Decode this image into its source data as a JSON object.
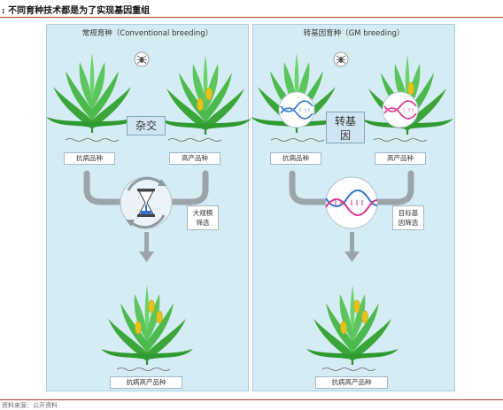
{
  "header": {
    "title": ": 不同育种技术都是为了实现基因重组"
  },
  "footer": {
    "source": "资料来源：公开资料"
  },
  "left_panel": {
    "title": "常规育种（Conventional  breeding）",
    "hybrid_label": "杂交",
    "parent_a": "抗病品种",
    "parent_b": "高产品种",
    "screening_label_line1": "大规模",
    "screening_label_line2": "筛选",
    "result": "抗病高产品种"
  },
  "right_panel": {
    "title": "转基因育种（GM breeding）",
    "transgene_label_line1": "转基",
    "transgene_label_line2": "因",
    "parent_a": "抗病品种",
    "parent_b": "高产品种",
    "screening_label_line1": "目标基",
    "screening_label_line2": "因筛选",
    "result": "抗病高产品种"
  },
  "colors": {
    "panel_bg": "#d6ecf5",
    "leaf_green": "#3aa63a",
    "grain_yellow": "#e6c21c",
    "arrow_gray": "#9aa4aa",
    "dna_blue": "#2e73c9",
    "dna_pink": "#d2338f",
    "rule_red": "#b8322a"
  }
}
